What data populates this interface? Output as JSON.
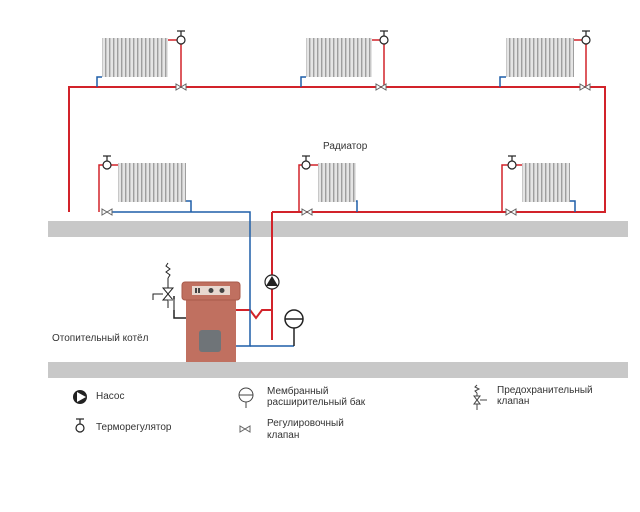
{
  "diagram": {
    "title": "Двухтрубная система отопления",
    "labels": {
      "radiator": "Радиатор",
      "boiler": "Отопительный котёл"
    },
    "colors": {
      "supply": "#d2232a",
      "return": "#1f5fa8",
      "floor": "#c8c8c8",
      "boiler": "#c07060",
      "radiator": "#d6d6d6",
      "black": "#222222"
    },
    "radiators_count": 6
  },
  "legend": {
    "items": [
      {
        "icon": "pump-icon",
        "label": "Насос"
      },
      {
        "icon": "thermostat-icon",
        "label": "Терморегулятор"
      },
      {
        "icon": "expansion-tank-icon",
        "label": "Мембранный расширительный бак",
        "line1": "Мембранный",
        "line2": "расширительный бак"
      },
      {
        "icon": "balancing-valve-icon",
        "label": "Регулировочный клапан",
        "line1": "Регулировочный",
        "line2": "клапан"
      },
      {
        "icon": "safety-valve-icon",
        "label": "Предохранительный клапан",
        "line1": "Предохранительный",
        "line2": "клапан"
      }
    ]
  }
}
